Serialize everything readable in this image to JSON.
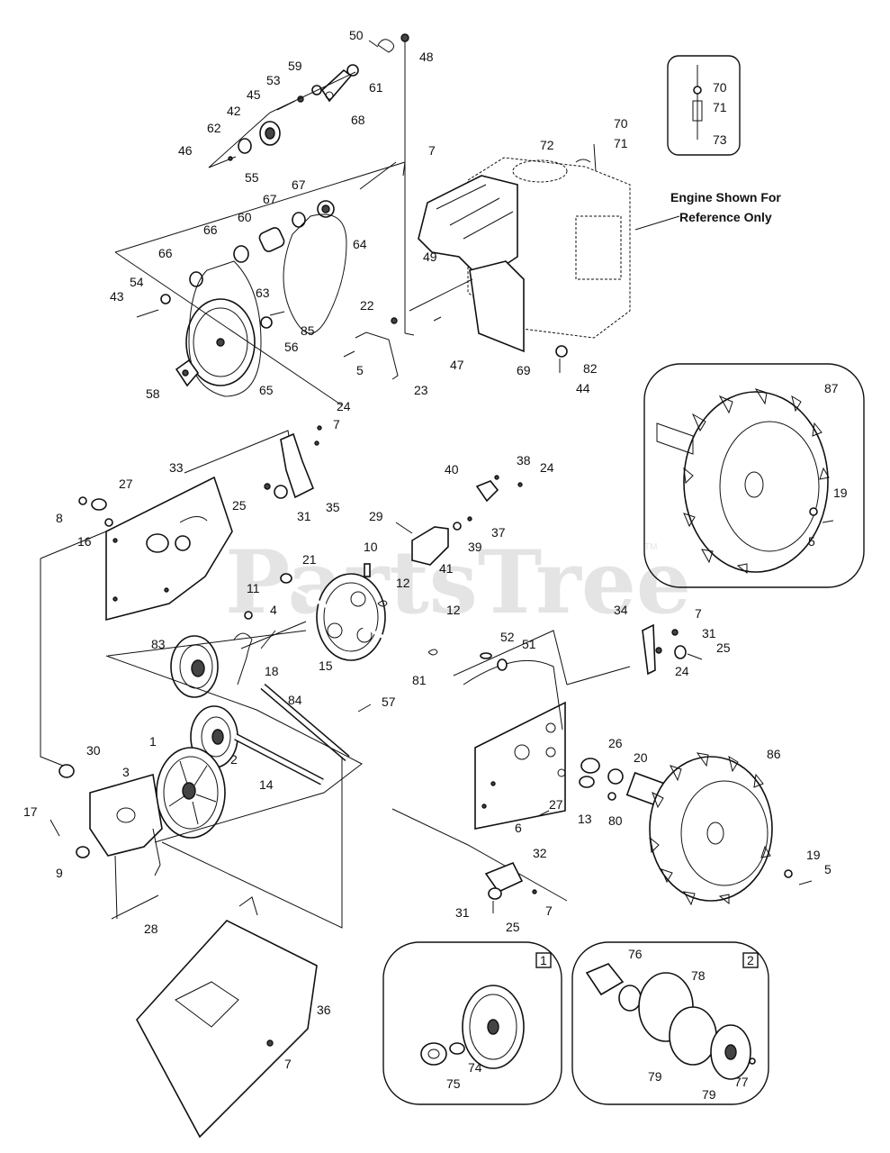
{
  "watermark": "PartsTree",
  "watermark_tm": "TM",
  "engine_note": [
    "Engine Shown For",
    "Reference Only"
  ],
  "inset_labels": [
    "1",
    "2"
  ],
  "labels": {
    "l50": "50",
    "l48": "48",
    "l59": "59",
    "l53": "53",
    "l61": "61",
    "l45": "45",
    "l68": "68",
    "l42": "42",
    "l62": "62",
    "l46": "46",
    "l55": "55",
    "l7a": "7",
    "l72": "72",
    "l70a": "70",
    "l71a": "71",
    "l70b": "70",
    "l71b": "71",
    "l73": "73",
    "l67a": "67",
    "l67b": "67",
    "l60": "60",
    "l66a": "66",
    "l66b": "66",
    "l64": "64",
    "l49": "49",
    "l54": "54",
    "l43": "43",
    "l63": "63",
    "l22": "22",
    "l85": "85",
    "l56": "56",
    "l5a": "5",
    "l47": "47",
    "l69": "69",
    "l82": "82",
    "l58": "58",
    "l65": "65",
    "l23": "23",
    "l44": "44",
    "l87": "87",
    "l24a": "24",
    "l7b": "7",
    "l33": "33",
    "l27a": "27",
    "l8": "8",
    "l16": "16",
    "l25a": "25",
    "l31a": "31",
    "l35": "35",
    "l40": "40",
    "l38": "38",
    "l24b": "24",
    "l29": "29",
    "l37": "37",
    "l39": "39",
    "l41": "41",
    "l19a": "19",
    "l5b": "5",
    "l10": "10",
    "l21": "21",
    "l12a": "12",
    "l12b": "12",
    "l11": "11",
    "l4": "4",
    "l18": "18",
    "l83": "83",
    "l15": "15",
    "l34": "34",
    "l7c": "7",
    "l31b": "31",
    "l25b": "25",
    "l24c": "24",
    "l52": "52",
    "l51": "51",
    "l81": "81",
    "l84": "84",
    "l57": "57",
    "l1": "1",
    "l2": "2",
    "l30": "30",
    "l3": "3",
    "l14": "14",
    "l26": "26",
    "l20": "20",
    "l86": "86",
    "l27b": "27",
    "l13": "13",
    "l80": "80",
    "l6": "6",
    "l17": "17",
    "l9": "9",
    "l28": "28",
    "l32": "32",
    "l19b": "19",
    "l5c": "5",
    "l31c": "31",
    "l7d": "7",
    "l25c": "25",
    "l36": "36",
    "l7e": "7",
    "l76": "76",
    "l78": "78",
    "l74": "74",
    "l75": "75",
    "l79a": "79",
    "l79b": "79",
    "l77": "77"
  }
}
